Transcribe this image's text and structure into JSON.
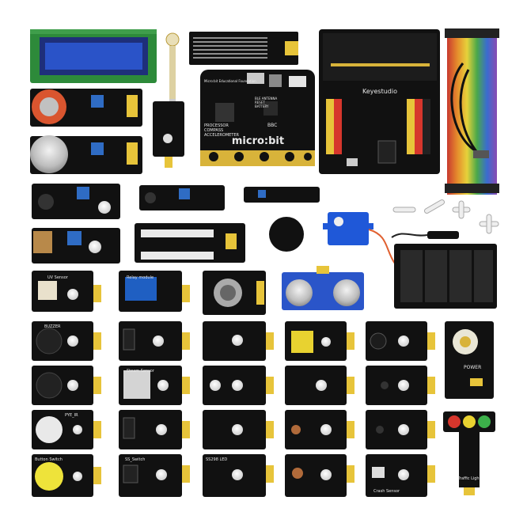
{
  "labels": {
    "microbit_logo": "micro:bit",
    "microbit_bbc": "BBC",
    "microbit_info": "Micro:bit Educational Foundation",
    "microbit_antenna": "BLE ANTENNA",
    "microbit_reset": "RESET",
    "microbit_battery": "BATTERY",
    "microbit_processor": "PROCESSOR",
    "microbit_compass": "COMPASS",
    "microbit_accel": "ACCELEROMETER",
    "shield_brand": "Keyestudio",
    "keyestudio": "Keyestudio",
    "keyestudio_lower": "keyestudio",
    "uv_sensor": "UV Sensor",
    "buzzer": "BUZZER",
    "pyr_ir": "PYE_IR",
    "button_switch": "Button Switch",
    "steam_sensor": "Steam Sensor",
    "ss_switch": "SS_Switch",
    "ss298_led": "SS298 LED",
    "relay_sensor": "Relay module",
    "power": "POWER",
    "crash_sensor": "Crash Sensor",
    "traffic_light": "Traffic Light"
  },
  "colors": {
    "board": "#111111",
    "board_edge": "#2a2a2a",
    "gold": "#d8b33a",
    "header_yellow": "#e7c43a",
    "lcd_blue": "#2a53c8",
    "pot_blue": "#2f6cc4",
    "relay_blue": "#1f5fc2",
    "servo_blue": "#1f58d8",
    "ultrasonic_blue": "#2a55c9"
  }
}
